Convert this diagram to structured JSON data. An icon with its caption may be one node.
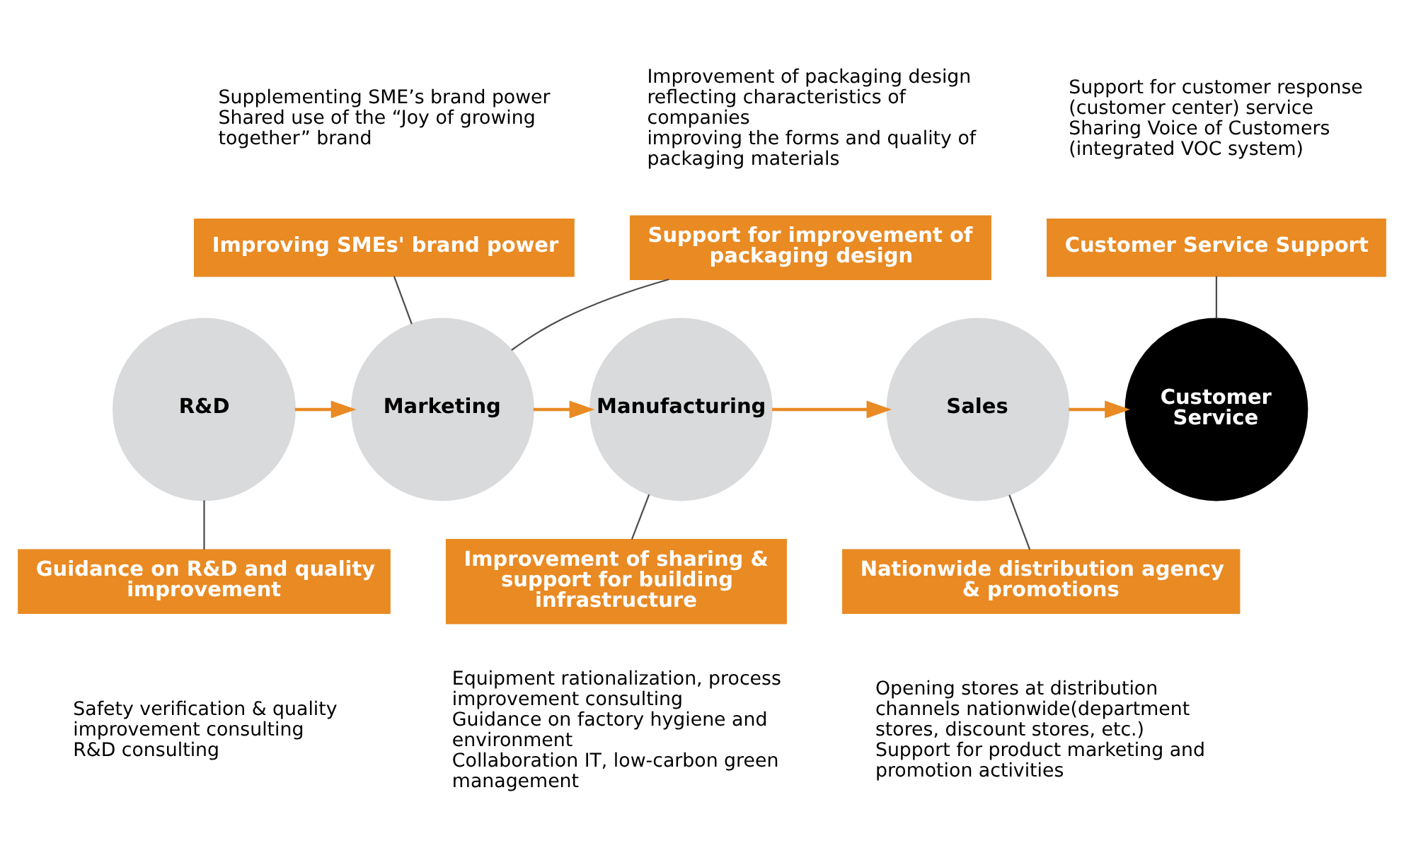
{
  "diagram": {
    "nodes": [
      {
        "text": [
          "Improving SMEs' brand power"
        ],
        "beside": [
          "Supplementing SME’s brand power",
          "Shared use of the “Joy of growing together” brand"
        ]
      },
      {
        "text": [
          "Support for improvement of packaging design"
        ],
        "beside": [
          "Improvement of packaging design reflecting characteristics of companies",
          "improving the forms and quality of packaging materials"
        ]
      },
      {
        "text": [
          "Customer Service Support"
        ],
        "beside": [
          "Support for customer response (customer center) service",
          "Sharing Voice of Customers (integrated VOC system)"
        ]
      },
      {
        "text": [
          "R&D"
        ]
      },
      {
        "text": [
          "Marketing"
        ]
      },
      {
        "text": [
          "Manufacturing"
        ]
      },
      {
        "text": [
          "Sales"
        ]
      },
      {
        "text": [
          "Customer Service"
        ]
      },
      {
        "text": [
          "Guidance on R&D and quality improvement"
        ],
        "beside": [
          "Safety verification & quality improvement consulting",
          "R&D consulting"
        ]
      },
      {
        "text": [
          "Improvement of sharing & support for building infrastructure"
        ],
        "beside": [
          "Equipment rationalization, process improvement consulting",
          "Guidance on factory hygiene and environment",
          "Collaboration IT, low-carbon green management"
        ]
      },
      {
        "text": [
          "Nationwide distribution agency & promotions"
        ],
        "beside": [
          "Opening stores at distribution channels nationwide(department stores, discount stores, etc.)",
          "Support for product marketing and promotion activities"
        ]
      }
    ],
    "edges": [
      {
        "from": 3,
        "to": 4,
        "arrow": "to",
        "color": "#e98a23"
      },
      {
        "from": 4,
        "to": 5,
        "arrow": "to",
        "color": "#e98a23"
      },
      {
        "from": 5,
        "to": 6,
        "arrow": "to",
        "color": "#e98a23"
      },
      {
        "from": 6,
        "to": 7,
        "arrow": "to",
        "color": "#e98a23"
      },
      {
        "from": 0,
        "to": 4,
        "arrow": "none"
      },
      {
        "from": 1,
        "to": 4,
        "arrow": "none"
      },
      {
        "from": 3,
        "to": 8,
        "arrow": "none"
      },
      {
        "from": 5,
        "to": 9,
        "arrow": "none"
      },
      {
        "from": 6,
        "to": 10,
        "arrow": "none"
      },
      {
        "from": 7,
        "to": 2,
        "arrow": "none"
      }
    ]
  }
}
